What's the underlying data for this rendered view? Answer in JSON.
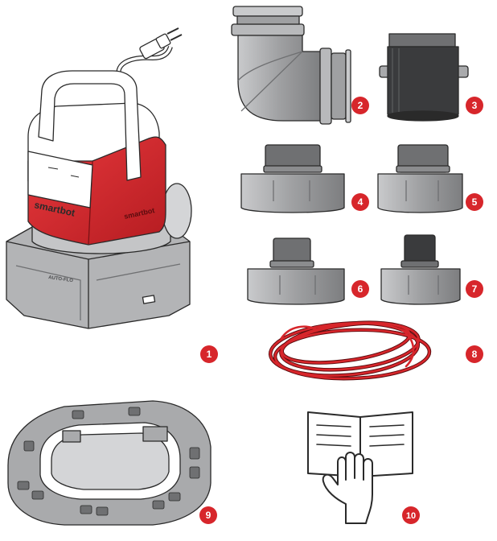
{
  "colors": {
    "accent": "#d7262b",
    "plastic_gray": "#a9aaac",
    "outline": "#2a2a2a",
    "white": "#ffffff"
  },
  "pump": {
    "brand_front": "smartbot",
    "brand_side": "smartbot",
    "base_label": "AUTO-FLO"
  },
  "parts": [
    {
      "number": "1",
      "icon": "sump-pump-icon"
    },
    {
      "number": "2",
      "icon": "elbow-fitting-icon"
    },
    {
      "number": "3",
      "icon": "straight-coupler-icon"
    },
    {
      "number": "4",
      "icon": "hose-adapter-icon"
    },
    {
      "number": "5",
      "icon": "hose-adapter-icon"
    },
    {
      "number": "6",
      "icon": "hose-adapter-icon"
    },
    {
      "number": "7",
      "icon": "hose-adapter-icon"
    },
    {
      "number": "8",
      "icon": "cord-coil-icon"
    },
    {
      "number": "9",
      "icon": "base-tray-icon"
    },
    {
      "number": "10",
      "icon": "manual-book-icon"
    }
  ]
}
